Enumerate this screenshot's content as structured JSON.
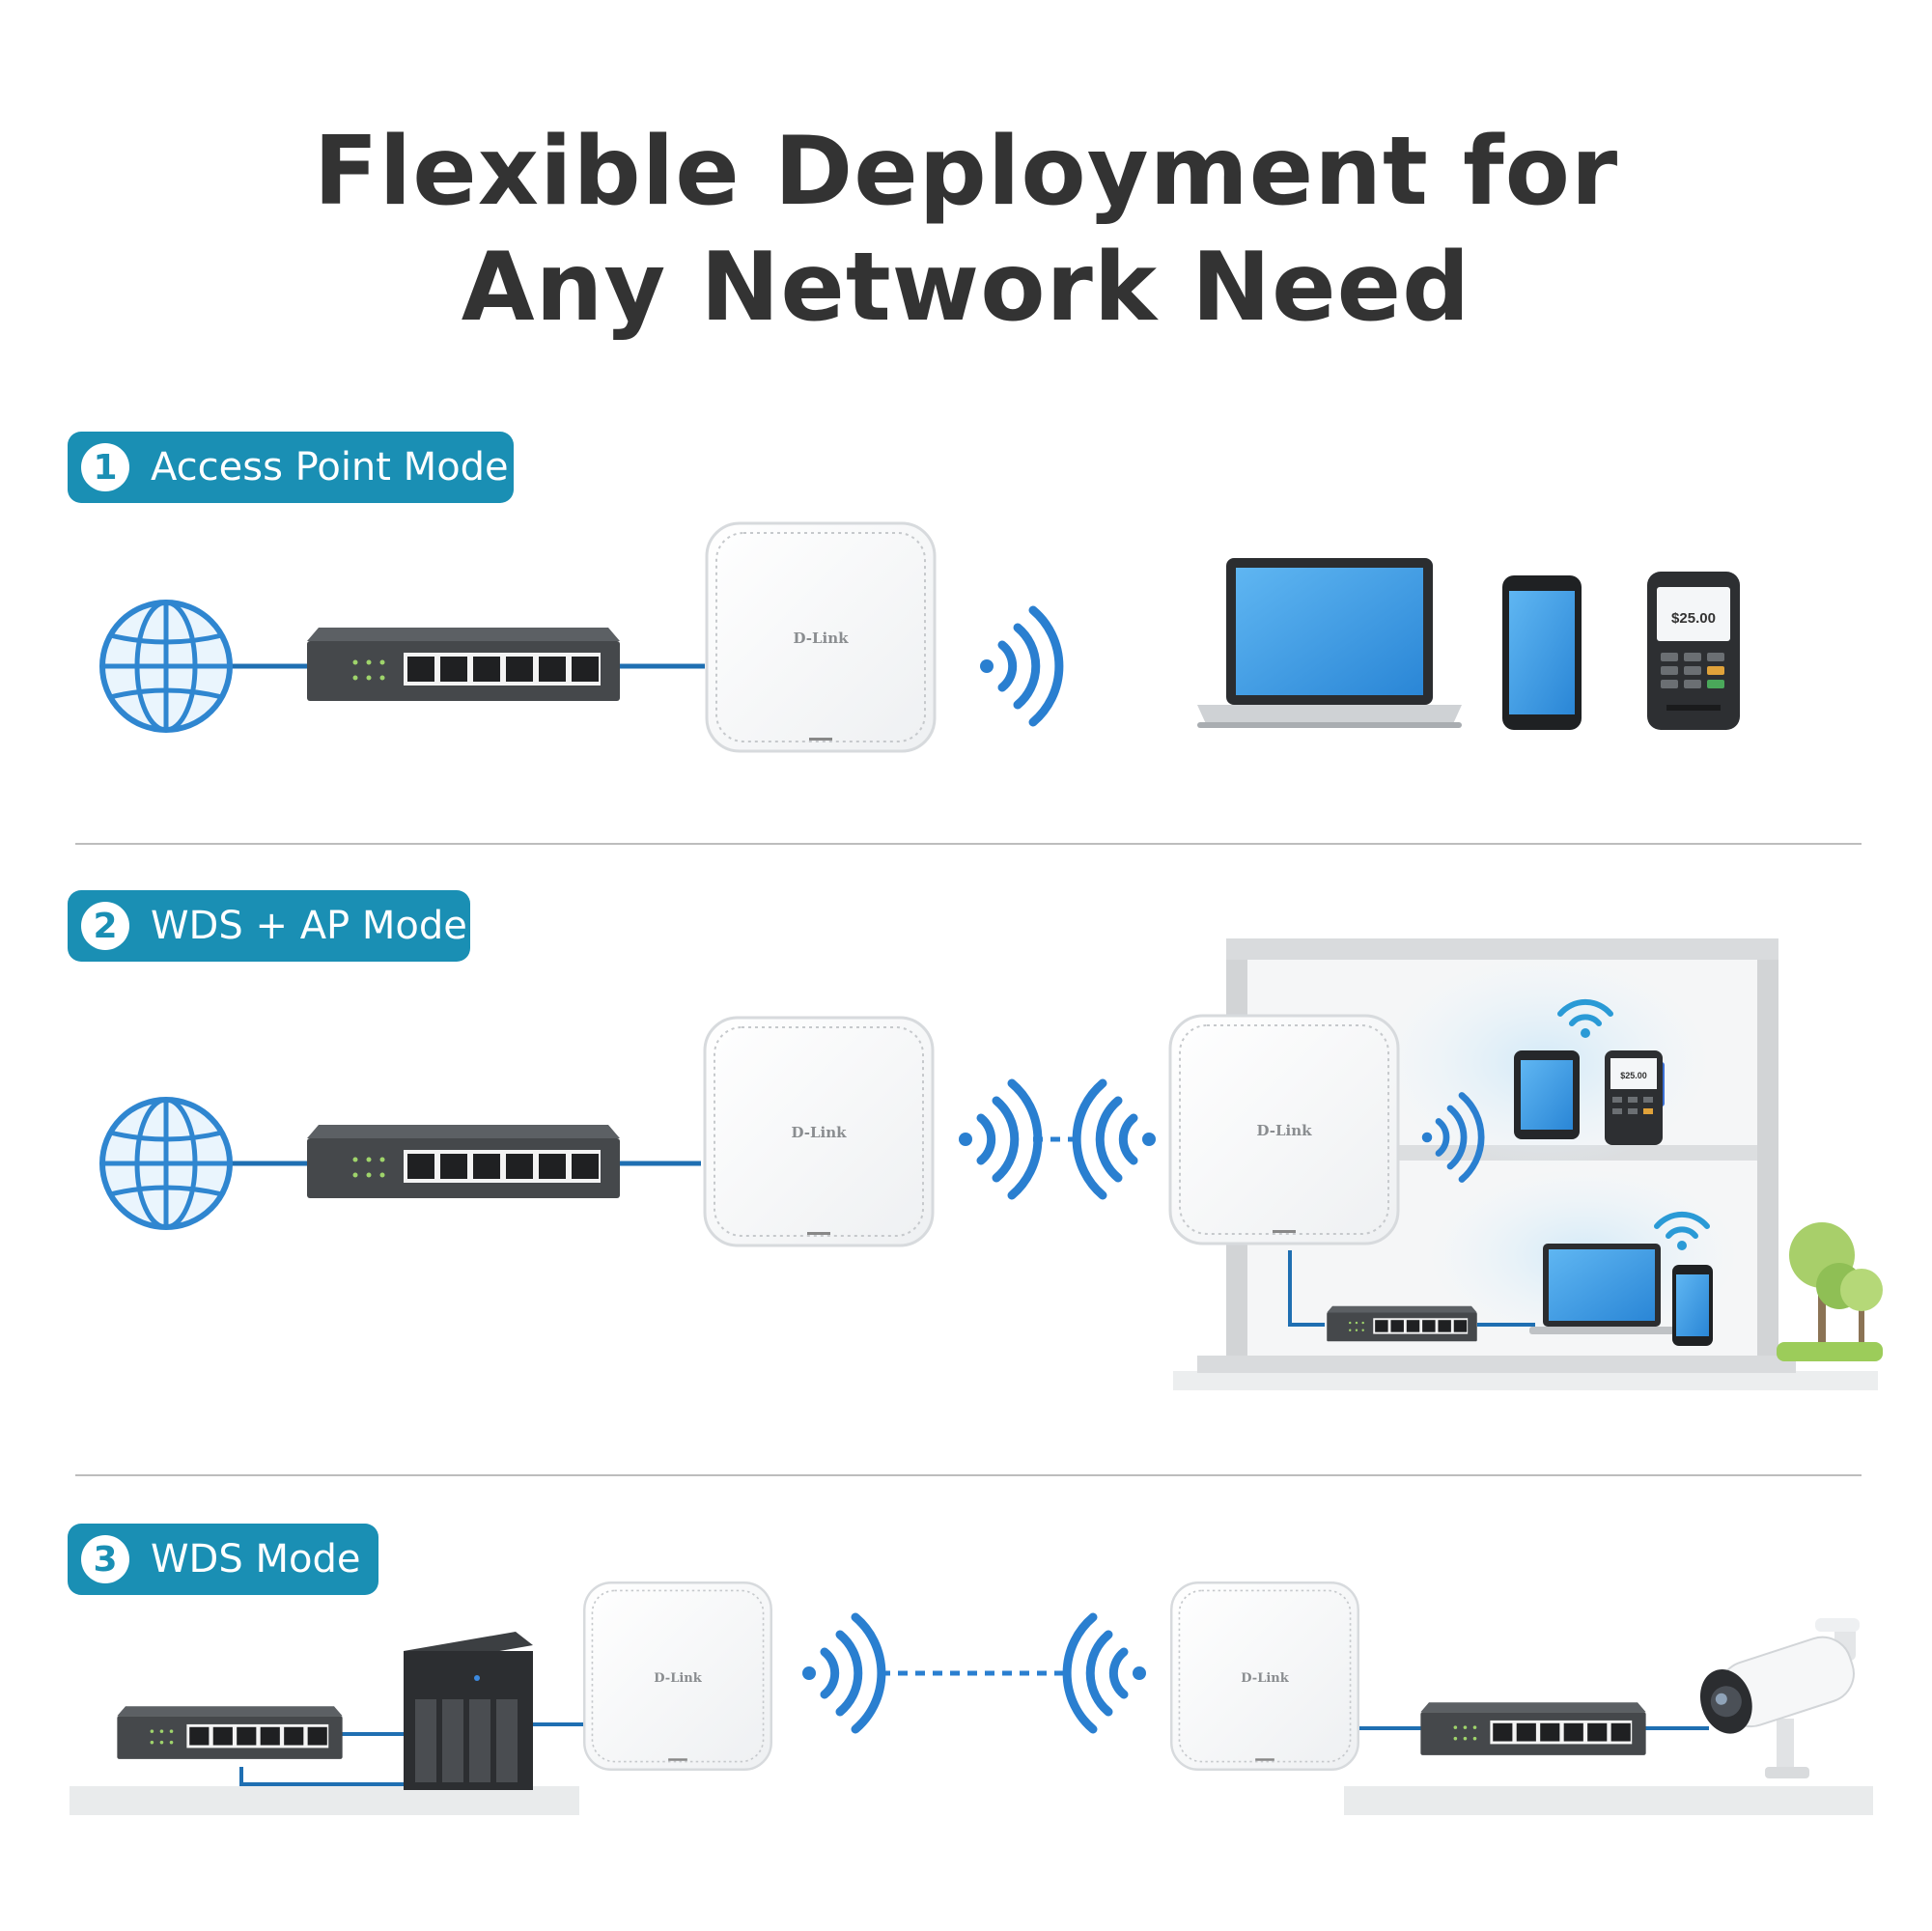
{
  "title": {
    "line1": "Flexible Deployment for",
    "line2": "Any Network Need"
  },
  "modes": [
    {
      "number": "1",
      "label": "Access Point Mode"
    },
    {
      "number": "2",
      "label": "WDS + AP Mode"
    },
    {
      "number": "3",
      "label": "WDS Mode"
    }
  ],
  "brand": "D-Link",
  "pos_price": "$25.00",
  "colors": {
    "accent": "#1a8fb4",
    "signal": "#2a7fd0",
    "switch": "#46494c",
    "cable": "#1f6fb2"
  }
}
